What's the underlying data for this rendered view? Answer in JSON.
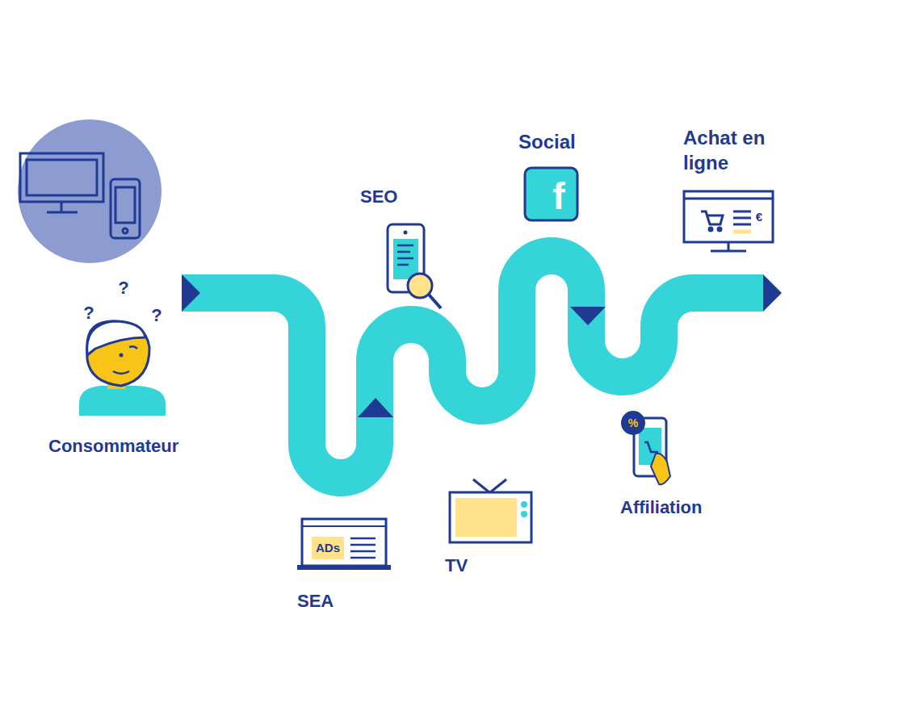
{
  "diagram": {
    "labels": [
      "Consommateur",
      "SEO",
      "Social",
      "Achat en ligne",
      "SEA",
      "TV",
      "Affiliation",
      "?",
      "?",
      "?",
      "ADs",
      "f",
      "€",
      "%"
    ]
  }
}
